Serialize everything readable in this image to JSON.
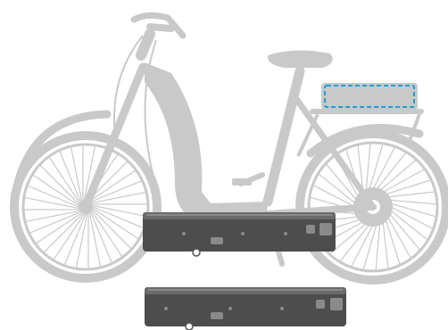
{
  "colors": {
    "background": "#ffffff",
    "bike_silhouette": "#c9c9c9",
    "spoke": "#ffffff",
    "battery_body": "#4d4d4d",
    "battery_top": "#6a6a6a",
    "battery_highlight": "#8a8a8a",
    "battery_outline_dash": "#1e9fd6"
  },
  "icons": {
    "bike": "e-bike-silhouette",
    "rack_battery": "rack-battery-highlight",
    "battery": "battery-pack"
  }
}
